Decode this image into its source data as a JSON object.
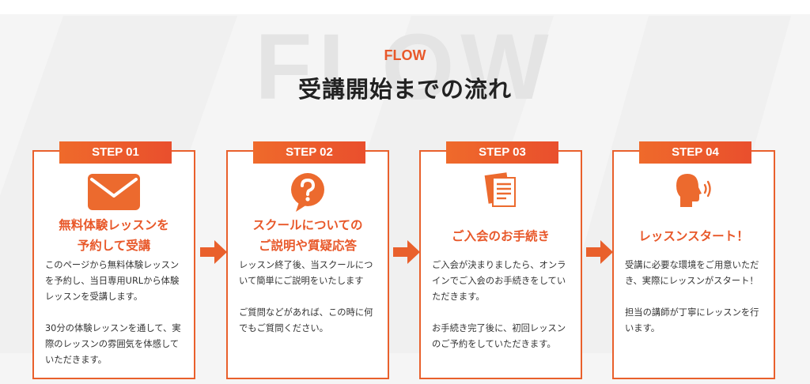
{
  "section": {
    "bg_word": "FLOW",
    "eyebrow": "FLOW",
    "title": "受講開始までの流れ"
  },
  "colors": {
    "accent": "#e9602c",
    "accent_dark": "#e94f2d",
    "title": "#222222",
    "bg": "#f5f5f5"
  },
  "steps": [
    {
      "label": "STEP 01",
      "icon": "mail-icon",
      "heading_lines": [
        "無料体験レッスンを",
        "予約して受講"
      ],
      "paragraphs": [
        "このページから無料体験レッスンを予約し、当日専用URLから体験レッスンを受講します。",
        "30分の体験レッスンを通して、実際のレッスンの雰囲気を体感していただきます。"
      ]
    },
    {
      "label": "STEP 02",
      "icon": "question-bubble-icon",
      "heading_lines": [
        "スクールについての",
        "ご説明や質疑応答"
      ],
      "paragraphs": [
        "レッスン終了後、当スクールについて簡単にご説明をいたします",
        "ご質問などがあれば、この時に何でもご質問ください。"
      ]
    },
    {
      "label": "STEP 03",
      "icon": "documents-icon",
      "heading_lines": [
        "ご入会のお手続き"
      ],
      "paragraphs": [
        "ご入会が決まりましたら、オンラインでご入会のお手続きをしていただきます。",
        "お手続き完了後に、初回レッスンのご予約をしていただきます。"
      ]
    },
    {
      "label": "STEP 04",
      "icon": "speaking-person-icon",
      "heading_lines": [
        "レッスンスタート！"
      ],
      "paragraphs": [
        "受講に必要な環境をご用意いただき、実際にレッスンがスタート！",
        "担当の講師が丁寧にレッスンを行います。"
      ]
    }
  ]
}
